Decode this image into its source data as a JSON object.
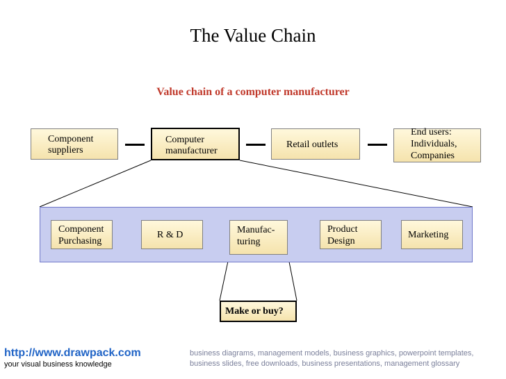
{
  "title": "The Value Chain",
  "subtitle": "Value chain of a computer manufacturer",
  "top_chain": [
    {
      "line1": "Component",
      "line2": "suppliers",
      "line3": ""
    },
    {
      "line1": "Computer",
      "line2": "manufacturer",
      "line3": ""
    },
    {
      "line1": "Retail outlets",
      "line2": "",
      "line3": ""
    },
    {
      "line1": "End users:",
      "line2": "Individuals,",
      "line3": "Companies"
    }
  ],
  "activities": [
    {
      "line1": "Component",
      "line2": "Purchasing"
    },
    {
      "line1": "R & D",
      "line2": ""
    },
    {
      "line1": "Manufac-",
      "line2": "turing"
    },
    {
      "line1": "Product",
      "line2": "Design"
    },
    {
      "line1": "Marketing",
      "line2": ""
    }
  ],
  "make_or_buy": "Make or buy?",
  "footer": {
    "link": "http://www.drawpack.com",
    "tagline": "your visual business knowledge",
    "description": "business diagrams, management models, business graphics, powerpoint templates, business slides, free downloads, business presentations, management glossary"
  },
  "colors": {
    "subtitle": "#c0392b",
    "box_fill": "#fff3c4",
    "band_fill": "#c8cdf0",
    "link": "#1f63c6"
  }
}
